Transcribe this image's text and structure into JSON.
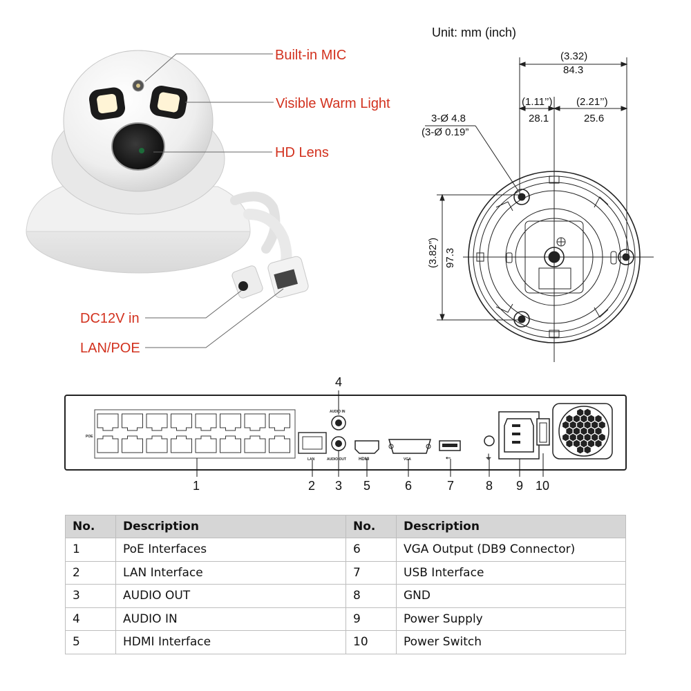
{
  "camera": {
    "callouts": {
      "mic": "Built-in MIC",
      "light": "Visible Warm Light",
      "lens": "HD Lens",
      "dc": "DC12V in",
      "lan": "LAN/POE"
    }
  },
  "dimensions": {
    "unit": "Unit: mm (inch)",
    "width_in": "(3.32)",
    "width_mm": "84.3",
    "left_in": "(1.11’’)",
    "left_mm": "28.1",
    "right_in": "(2.21’’)",
    "right_mm": "25.6",
    "hole_mm": "3-Ø 4.8",
    "hole_in": "(3-Ø 0.19”",
    "height_in": "(3.82”)",
    "height_mm": "97.3"
  },
  "nvr": {
    "labels": {
      "poe": "POE",
      "lan": "LAN",
      "audio_in": "AUDIO IN",
      "audio_out": "AUDIO OUT",
      "hdmi": "HDMI",
      "vga": "VGA",
      "usb": "⭠",
      "gnd": "⏚"
    },
    "numbers": [
      "1",
      "2",
      "3",
      "4",
      "5",
      "6",
      "7",
      "8",
      "9",
      "10"
    ]
  },
  "table": {
    "headers": [
      "No.",
      "Description",
      "No.",
      "Description"
    ],
    "rows": [
      [
        "1",
        "PoE Interfaces",
        "6",
        "VGA Output (DB9 Connector)"
      ],
      [
        "2",
        "LAN Interface",
        "7",
        "USB Interface"
      ],
      [
        "3",
        "AUDIO OUT",
        "8",
        "GND"
      ],
      [
        "4",
        "AUDIO IN",
        "9",
        "Power Supply"
      ],
      [
        "5",
        "HDMI Interface",
        "10",
        "Power Switch"
      ]
    ]
  }
}
